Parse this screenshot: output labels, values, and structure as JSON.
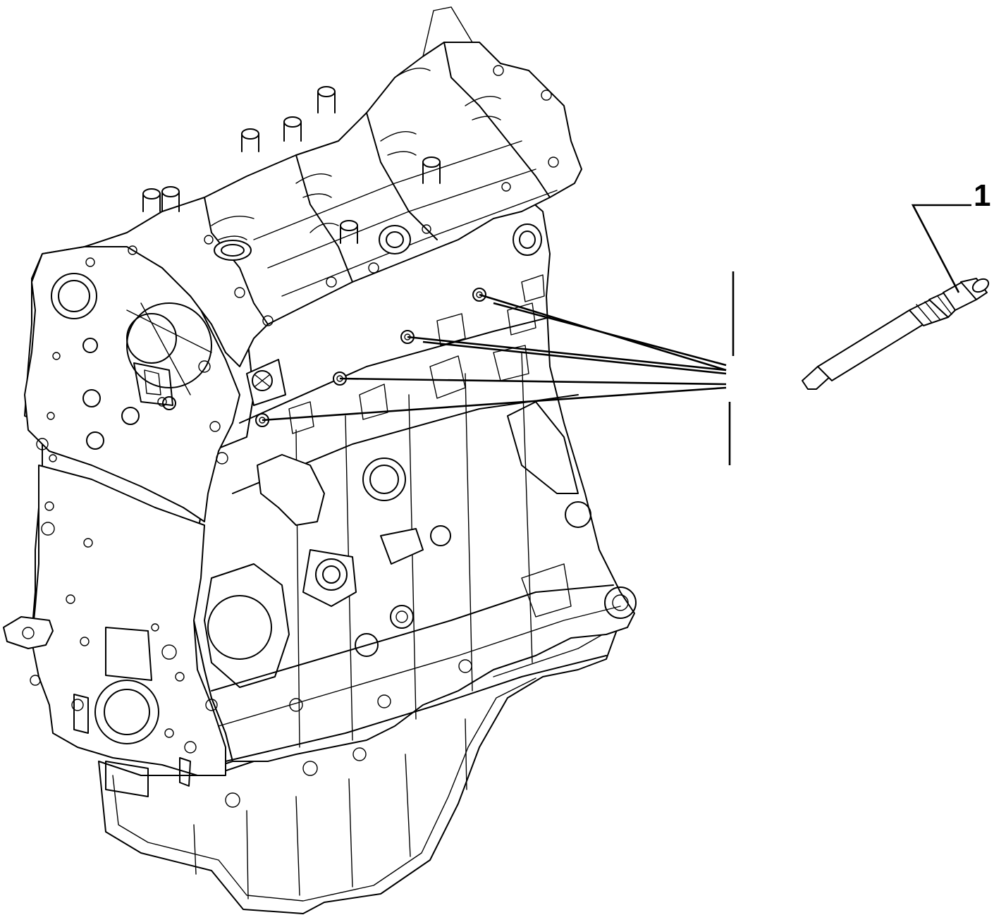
{
  "diagram": {
    "callouts": [
      {
        "label": "1",
        "part": "glow-plug",
        "points_to": "glow-plug-seats"
      }
    ]
  }
}
